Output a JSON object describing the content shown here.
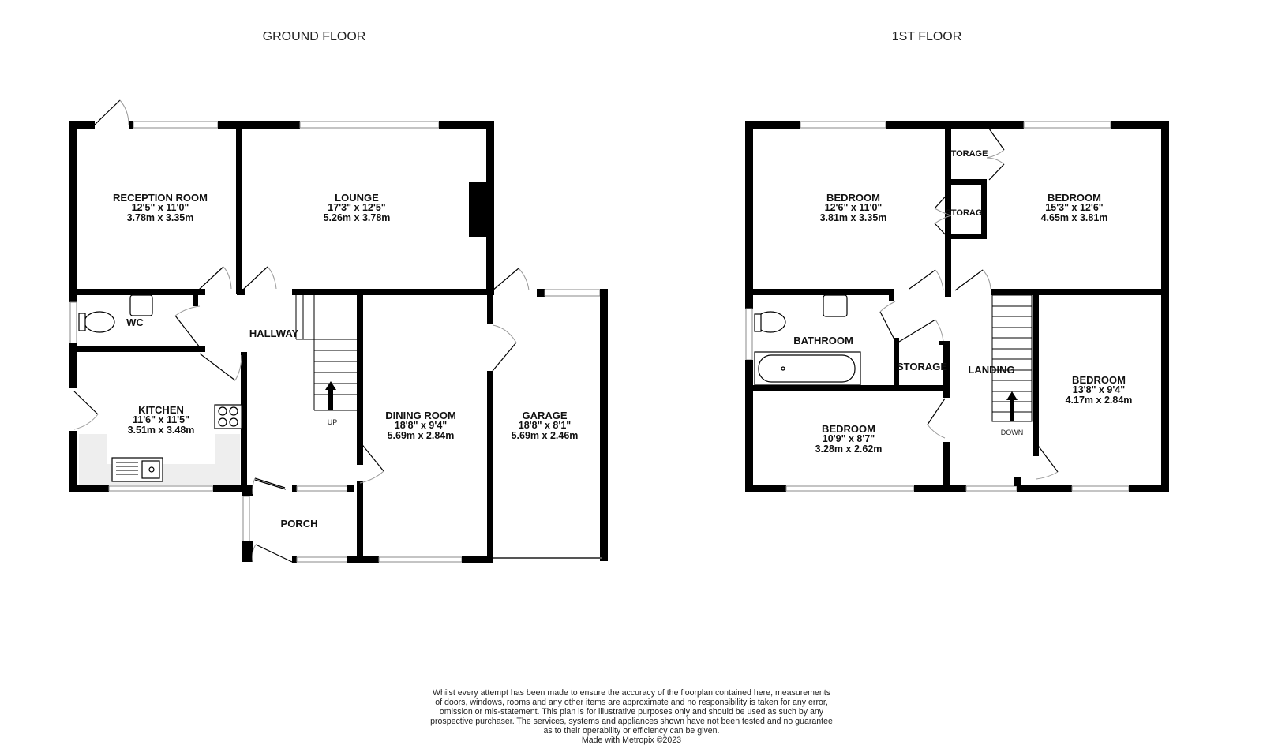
{
  "floors": [
    {
      "title": "GROUND FLOOR",
      "rooms": [
        {
          "name": "RECEPTION ROOM",
          "imperial": "12'5\"  x 11'0\"",
          "metric": "3.78m  x 3.35m"
        },
        {
          "name": "LOUNGE",
          "imperial": "17'3\"  x 12'5\"",
          "metric": "5.26m  x 3.78m"
        },
        {
          "name": "WC"
        },
        {
          "name": "HALLWAY"
        },
        {
          "name": "KITCHEN",
          "imperial": "11'6\"  x 11'5\"",
          "metric": "3.51m  x 3.48m"
        },
        {
          "name": "DINING ROOM",
          "imperial": "18'8\"  x 9'4\"",
          "metric": "5.69m  x 2.84m"
        },
        {
          "name": "GARAGE",
          "imperial": "18'8\"  x 8'1\"",
          "metric": "5.69m  x 2.46m"
        },
        {
          "name": "PORCH"
        }
      ],
      "stair_label": "UP"
    },
    {
      "title": "1ST FLOOR",
      "rooms": [
        {
          "name": "BEDROOM",
          "imperial": "12'6\"  x 11'0\"",
          "metric": "3.81m  x 3.35m"
        },
        {
          "name": "TORAGE"
        },
        {
          "name": "STORAG"
        },
        {
          "name": "BEDROOM",
          "imperial": "15'3\"  x 12'6\"",
          "metric": "4.65m  x 3.81m"
        },
        {
          "name": "BATHROOM"
        },
        {
          "name": "STORAGE"
        },
        {
          "name": "LANDING"
        },
        {
          "name": "BEDROOM",
          "imperial": "13'8\"  x 9'4\"",
          "metric": "4.17m  x 2.84m"
        },
        {
          "name": "BEDROOM",
          "imperial": "10'9\"  x 8'7\"",
          "metric": "3.28m  x 2.62m"
        }
      ],
      "stair_label": "DOWN"
    }
  ],
  "disclaimer": {
    "lines": [
      "Whilst every attempt has been made to ensure the accuracy of the floorplan contained here, measurements",
      "of doors, windows, rooms and any other items are approximate and no responsibility is taken for any error,",
      "omission or mis-statement. This plan is for illustrative purposes only and should be used as such by any",
      "prospective purchaser. The services, systems and appliances shown have not been tested and no guarantee",
      "as to their operability or efficiency can be given."
    ],
    "credit": "Made with Metropix ©2023"
  },
  "colors": {
    "wall": "#000000",
    "background": "#ffffff",
    "window": "#888888",
    "door_arc": "#999999",
    "worktop": "#eeeeee"
  }
}
